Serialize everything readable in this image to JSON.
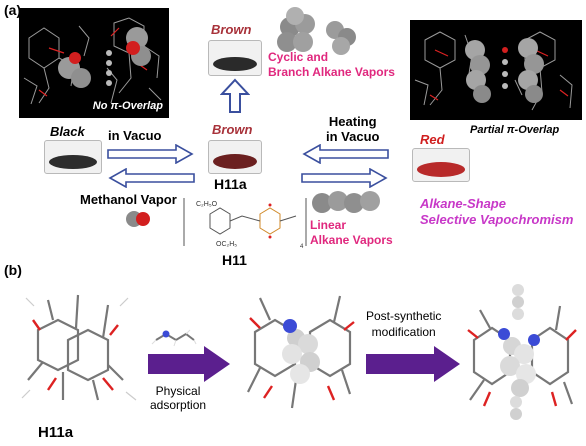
{
  "panel_a": {
    "label": "(a)",
    "states": {
      "black": "Black",
      "brown_top": "Brown",
      "brown_middle": "Brown",
      "red": "Red"
    },
    "arrows": {
      "in_vacuo": "in Vacuo",
      "methanol_vapor": "Methanol Vapor",
      "heating_in_vacuo_line1": "Heating",
      "heating_in_vacuo_line2": "in Vacuo",
      "cyclic_line1": "Cyclic and",
      "cyclic_line2": "Branch Alkane Vapors",
      "linear_line1": "Linear",
      "linear_line2": "Alkane Vapors"
    },
    "captions": {
      "no_overlap_prefix": "No ",
      "no_overlap_pi": "π",
      "no_overlap_suffix": "-Overlap",
      "partial_overlap_prefix": "Partial ",
      "partial_overlap_pi": "π",
      "partial_overlap_suffix": "-Overlap"
    },
    "compound_label_h11a": "H11a",
    "compound_label_h11": "H11",
    "structure_text": {
      "top_substituent": "C₂H₅O",
      "bottom_substituent": "OC₂H₅",
      "repeat_count": "4"
    },
    "headline_line1": "Alkane-Shape",
    "headline_line2": "Selective Vapochromism"
  },
  "panel_b": {
    "label": "(b)",
    "compound_label": "H11a",
    "step1_line1": "Physical",
    "step1_line2": "adsorption",
    "step2_line1": "Post-synthetic",
    "step2_line2": "modification"
  },
  "colors": {
    "arrow_outline": "#3a4f9e",
    "purple_arrow": "#5b1f8e",
    "dark_red_label": "#a8323a",
    "pink_label": "#e0287e",
    "magenta_label": "#c838c8",
    "black_crystals": "#2d2d2d",
    "brown_crystals": "#6b2020",
    "red_crystals": "#b82a2a"
  }
}
